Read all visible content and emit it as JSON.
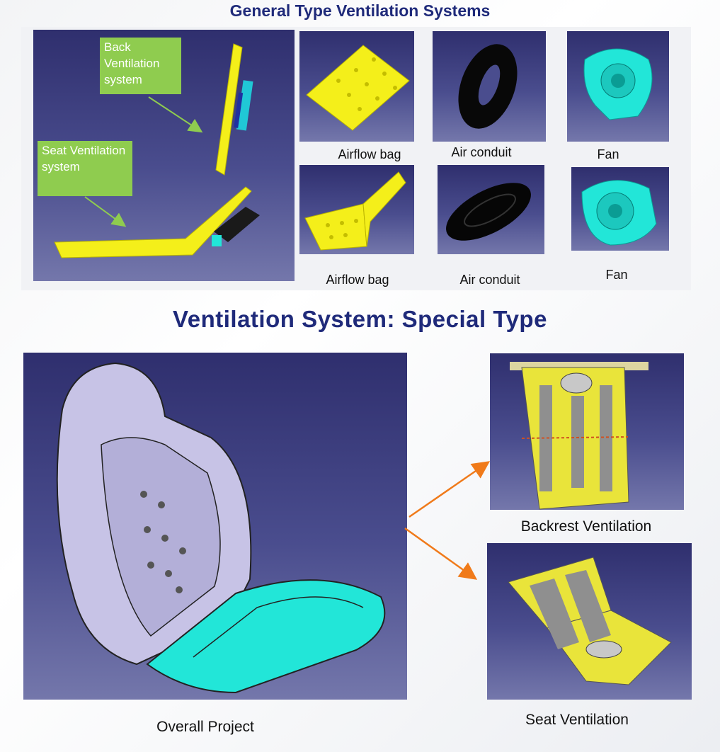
{
  "general": {
    "title": "General Type Ventilation Systems",
    "back_label": "Back Ventilation system",
    "seat_label": "Seat Ventilation system",
    "captions": [
      "Airflow bag",
      "Air conduit",
      "Fan",
      "Airflow bag",
      "Air conduit",
      "Fan"
    ]
  },
  "special": {
    "title": "Ventilation System: Special Type",
    "overall_caption": "Overall Project",
    "backrest_caption": "Backrest Ventilation",
    "seat_caption": "Seat Ventilation"
  },
  "colors": {
    "title": "#1f2a7a",
    "cad_background": "#3b3d7e",
    "yellow_part": "#f4ef1a",
    "cyan_part": "#22e6d8",
    "label_green": "#8fcc4f",
    "arrow_orange": "#f07a1a"
  }
}
